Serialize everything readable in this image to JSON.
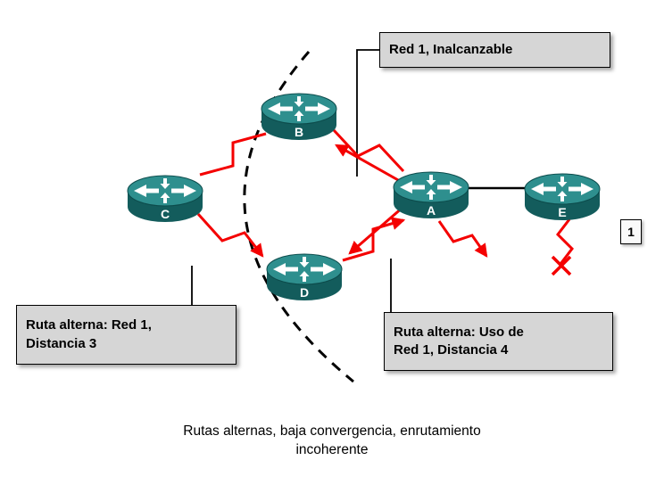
{
  "diagram": {
    "routers": [
      {
        "label": "B"
      },
      {
        "label": "C"
      },
      {
        "label": "A"
      },
      {
        "label": "D"
      },
      {
        "label": "E"
      }
    ],
    "callouts": {
      "top": "Red 1, Inalcanzable",
      "left_line1": "Ruta alterna: Red 1,",
      "left_line2": "Distancia 3",
      "right_line1": "Ruta alterna: Uso de",
      "right_line2": "Red 1, Distancia 4",
      "badge": "1"
    },
    "caption": {
      "line1": "Rutas alternas, baja convergencia, enrutamiento",
      "line2": "incoherente"
    },
    "colors": {
      "router_top": "#2e8f8e",
      "router_side": "#135c5c",
      "link_red": "#f40000",
      "callout_bg": "#d6d6d6"
    }
  }
}
